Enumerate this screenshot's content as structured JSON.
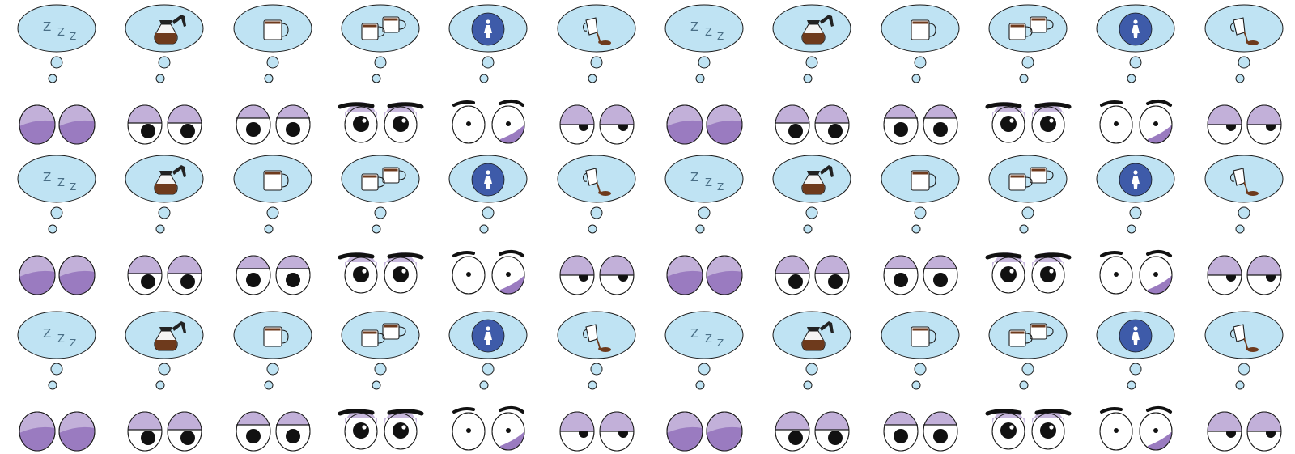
{
  "pattern": {
    "sequence": [
      "sleeping",
      "coffee-pot",
      "coffee-mug",
      "two-mugs",
      "restroom",
      "spill",
      "sleeping",
      "coffee-pot",
      "coffee-mug",
      "two-mugs",
      "restroom",
      "spill"
    ],
    "row_count": 3,
    "colors": {
      "bubble_fill": "#bfe3f3",
      "outline": "#1a1a1a",
      "lid": "#c2b0d9",
      "lid_shadow": "#9a7bc0",
      "pupil": "#111111",
      "coffee": "#6e3a1c",
      "restroom_badge": "#3e5ba9"
    }
  },
  "stages": {
    "sleeping": {
      "thought": "zzz-text",
      "eyes": "closed-eyes",
      "text": "Z Z Z"
    },
    "coffee-pot": {
      "thought": "coffee-pot-icon",
      "eyes": "heavy-lidded-eyes"
    },
    "coffee-mug": {
      "thought": "coffee-mug-icon",
      "eyes": "half-open-eyes"
    },
    "two-mugs": {
      "thought": "two-mugs-icon",
      "eyes": "wide-awake-eyes"
    },
    "restroom": {
      "thought": "restroom-icon",
      "eyes": "startled-eyes"
    },
    "spill": {
      "thought": "spilled-cup-icon",
      "eyes": "tired-eyes"
    }
  }
}
